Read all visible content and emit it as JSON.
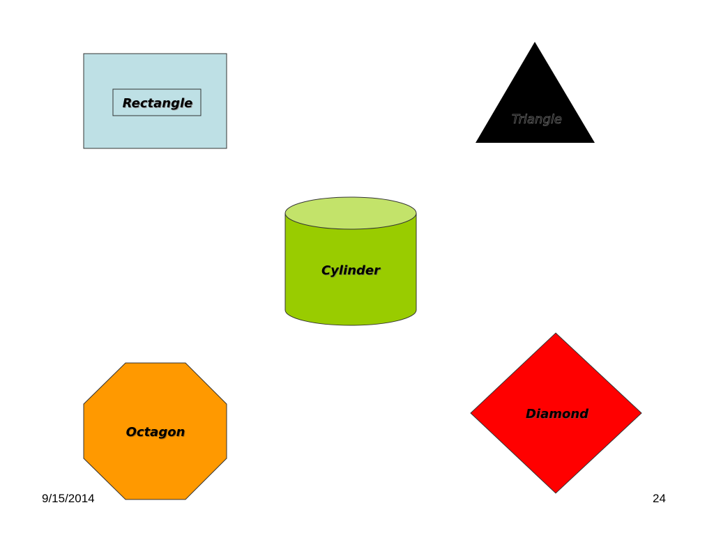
{
  "shapes": {
    "rectangle": {
      "label": "Rectangle",
      "fill": "#bee0e5"
    },
    "triangle": {
      "label": "Triangle",
      "fill": "#000000"
    },
    "cylinder": {
      "label": "Cylinder",
      "fill": "#99cc00",
      "top_fill": "#c3e36a"
    },
    "octagon": {
      "label": "Octagon",
      "fill": "#ff9900"
    },
    "diamond": {
      "label": "Diamond",
      "fill": "#ff0000"
    }
  },
  "footer": {
    "date": "9/15/2014",
    "page_number": "24"
  }
}
